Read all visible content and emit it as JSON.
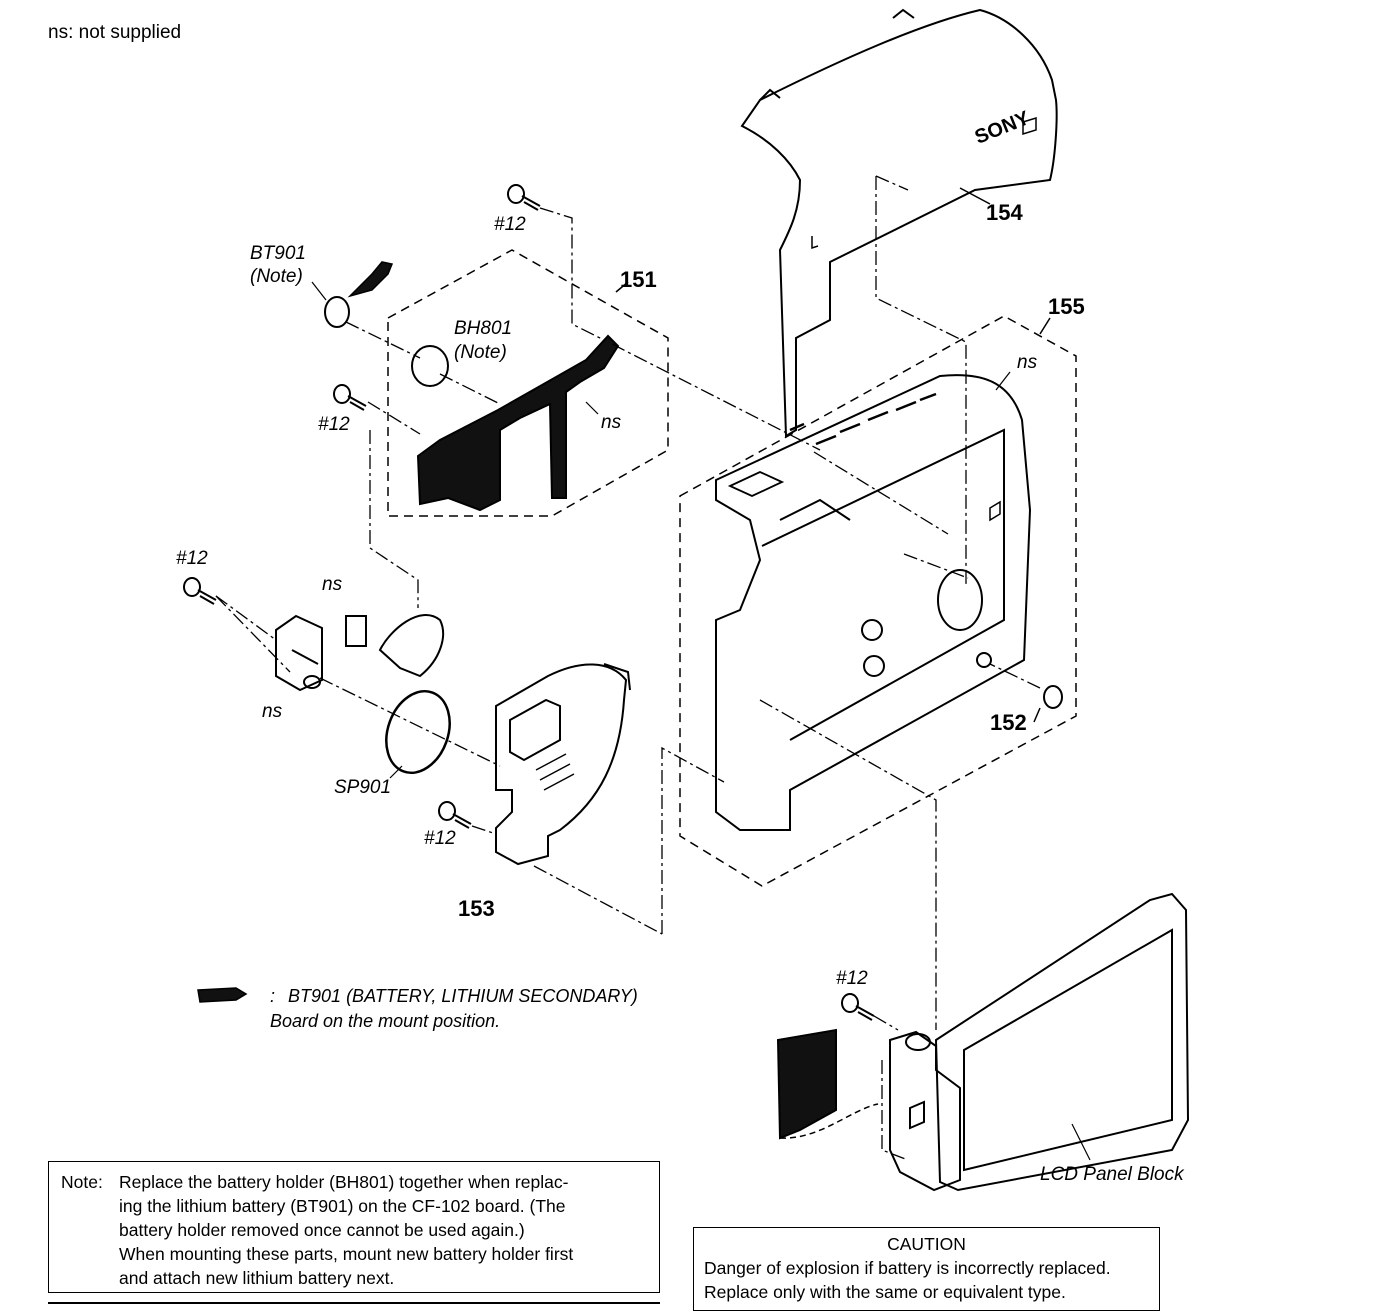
{
  "header": {
    "ns_legend": "ns: not supplied"
  },
  "labels": {
    "bt901": "BT901",
    "bt901_note": "(Note)",
    "bh801": "BH801",
    "bh801_note": "(Note)",
    "screw_top": "#12",
    "screw_board": "#12",
    "screw_speaker": "#12",
    "screw_bracket": "#12",
    "screw_lcd": "#12",
    "ns_board": "ns",
    "ns_cabinet": "ns",
    "ns_speaker_top": "ns",
    "ns_speaker_bottom": "ns",
    "sp901": "SP901",
    "lcd_panel": "LCD Panel Block",
    "brand": "SONY"
  },
  "part_numbers": {
    "p151": "151",
    "p152": "152",
    "p153": "153",
    "p154": "154",
    "p155": "155"
  },
  "legend": {
    "separator": ":",
    "line1": "BT901 (BATTERY, LITHIUM SECONDARY)",
    "line2": "Board on the mount position."
  },
  "note": {
    "head": "Note:",
    "lines": [
      "Replace the battery holder (BH801) together when replac-",
      "ing the lithium battery (BT901) on the CF-102 board. (The",
      "battery holder removed once cannot be used again.)",
      "When mounting these parts, mount new battery holder first",
      "and attach new lithium battery next."
    ]
  },
  "caution": {
    "title": "CAUTION",
    "line1": "Danger of explosion if battery is incorrectly replaced.",
    "line2": "Replace only with the same or equivalent type."
  }
}
